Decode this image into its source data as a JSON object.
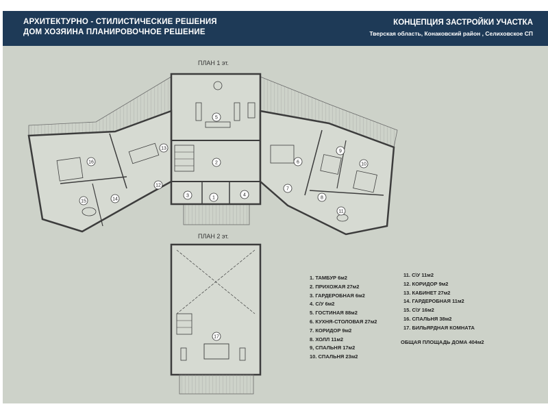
{
  "header": {
    "left_line1": "АРХИТЕКТУРНО - СТИЛИСТИЧЕСКИЕ РЕШЕНИЯ",
    "left_line2": "ДОМ ХОЗЯИНА  ПЛАНИРОВОЧНОЕ РЕШЕНИЕ",
    "right_title": "КОНЦЕПЦИЯ ЗАСТРОЙКИ УЧАСТКА",
    "right_subtitle": "Тверская область, Конаковский район , Селиховское СП"
  },
  "plan1": {
    "title": "ПЛАН 1 эт."
  },
  "plan2": {
    "title": "ПЛАН 2 эт."
  },
  "room_markers": [
    "1",
    "2",
    "3",
    "4",
    "5",
    "6",
    "7",
    "8",
    "9",
    "10",
    "11",
    "12",
    "13",
    "14",
    "15",
    "16",
    "17"
  ],
  "legend": {
    "col1": [
      "1. ТАМБУР 6м2",
      "2. ПРИХОЖАЯ 27м2",
      "3. ГАРДЕРОБНАЯ 6м2",
      "4. С/У 6м2",
      "5. ГОСТИНАЯ 88м2",
      "6. КУХНЯ-СТОЛОВАЯ 27м2",
      "7. КОРИДОР 9м2",
      "8. ХОЛЛ 11м2",
      "9, СПАЛЬНЯ 17м2",
      "10. СПАЛЬНЯ 23м2"
    ],
    "col2": [
      "11. С\\У 11м2",
      "12. КОРИДОР 9м2",
      "13. КАБИНЕТ 27м2",
      "14. ГАРДЕРОБНАЯ 11м2",
      "15. С\\У 16м2",
      "16. СПАЛЬНЯ 38м2",
      "17. БИЛЬЯРДНАЯ КОМНАТА"
    ],
    "total": "ОБЩАЯ ПЛОЩАДЬ ДОМА 404м2"
  },
  "colors": {
    "header_bg": "#1e3a57",
    "sheet_bg": "#cdd2c9",
    "wall": "#3c3c3c"
  }
}
